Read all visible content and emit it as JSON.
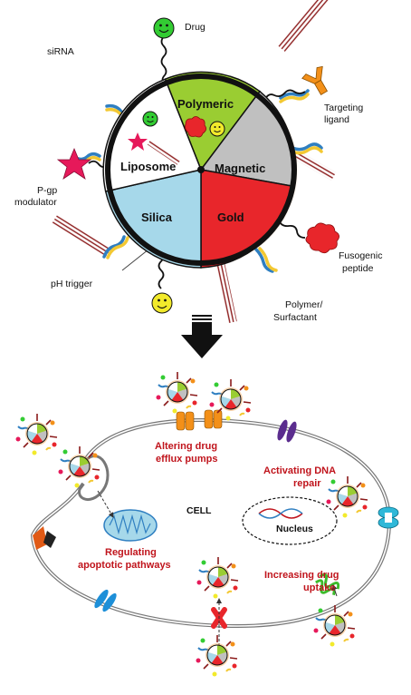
{
  "labels": {
    "drug": "Drug",
    "sirna": "siRNA",
    "targeting_ligand_1": "Targeting",
    "targeting_ligand_2": "ligand",
    "pgp_1": "P-gp",
    "pgp_2": "modulator",
    "fusogenic_1": "Fusogenic",
    "fusogenic_2": "peptide",
    "ph_trigger": "pH trigger",
    "polymer_1": "Polymer/",
    "polymer_2": "Surfactant"
  },
  "segments": {
    "polymeric": "Polymeric",
    "magnetic": "Magnetic",
    "gold": "Gold",
    "silica": "Silica",
    "liposome": "Liposome"
  },
  "cell": {
    "title": "CELL",
    "nucleus": "Nucleus",
    "efflux_1": "Altering drug",
    "efflux_2": "efflux pumps",
    "dna_1": "Activating DNA",
    "dna_2": "repair",
    "apoptotic_1": "Regulating",
    "apoptotic_2": "apoptotic pathways",
    "uptake_1": "Increasing drug",
    "uptake_2": "uptake"
  },
  "colors": {
    "polymeric": "#9acd32",
    "magnetic": "#c0c0c0",
    "gold": "#e8262b",
    "silica": "#a6d8ea",
    "liposome": "#ffffff",
    "drug_green": "#33cc33",
    "drug_yellow": "#f2ea2b",
    "sirna": "#8b1a1a",
    "ligand": "#f39019",
    "pgp": "#e6195a",
    "fusogenic": "#e8262b",
    "polymer_blue": "#2f7fc1",
    "polymer_yellow": "#f3c832",
    "label_red": "#c0141c"
  }
}
